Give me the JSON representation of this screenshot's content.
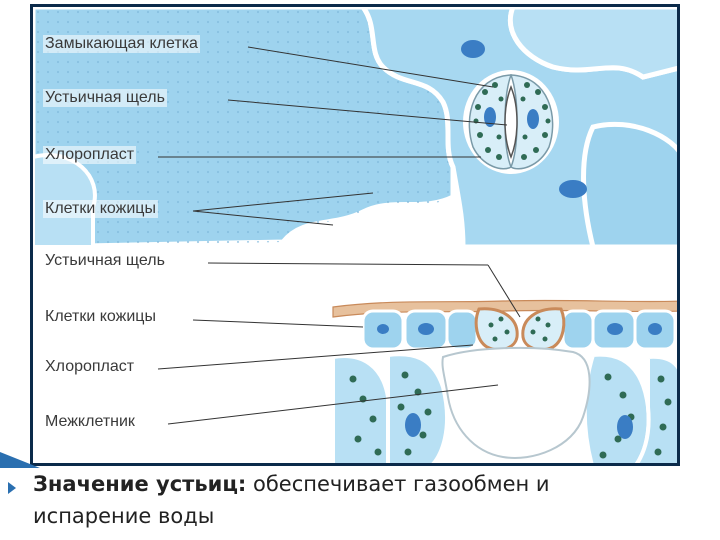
{
  "diagram": {
    "labels": [
      "Замыкающая клетка",
      "Устьичная щель",
      "Хлоропласт",
      "Клетки кожицы",
      "Устьичная щель",
      "Клетки кожицы",
      "Хлоропласт",
      "Межклетник"
    ]
  },
  "caption": {
    "term": "Значение  устьиц:",
    "definition_line1": " обеспечивает газообмен и",
    "definition_line2": "испарение воды"
  },
  "colors": {
    "frame": "#0b2a4a",
    "cell_fill": "#9ed3ee",
    "cell_light": "#d8eef8",
    "cell_wall": "#ffffff",
    "chloroplast": "#2f6b55",
    "nucleus": "#3a7dc4",
    "cuticle": "#c98a5a",
    "bullet": "#2a6fb0"
  }
}
